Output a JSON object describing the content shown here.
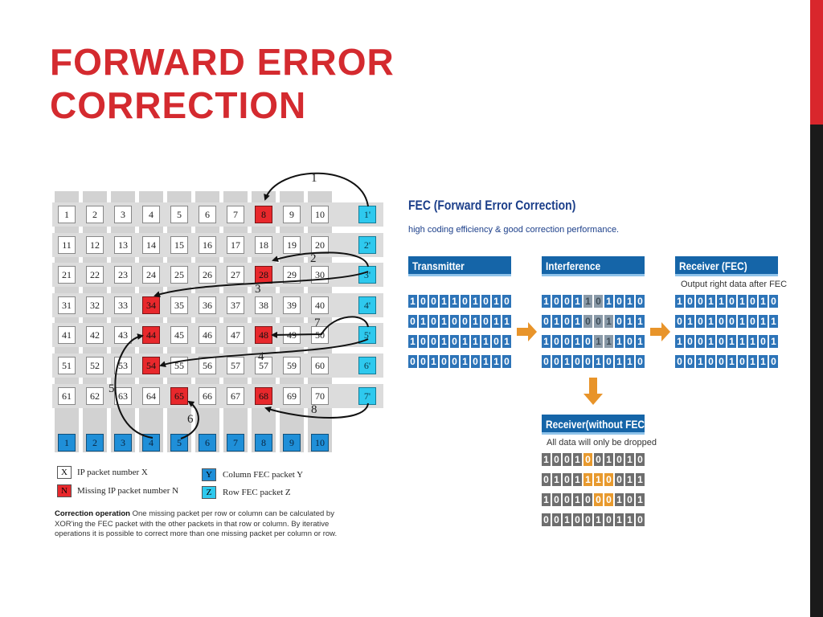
{
  "slide": {
    "title_line1": "FORWARD ERROR",
    "title_line2": "CORRECTION",
    "accent_color": "#d42a2f"
  },
  "grid": {
    "rows": [
      [
        "1",
        "2",
        "3",
        "4",
        "5",
        "6",
        "7",
        "8",
        "9",
        "10",
        "1'"
      ],
      [
        "11",
        "12",
        "13",
        "14",
        "15",
        "16",
        "17",
        "18",
        "19",
        "20",
        "2'"
      ],
      [
        "21",
        "22",
        "23",
        "24",
        "25",
        "26",
        "27",
        "28",
        "29",
        "30",
        "3'"
      ],
      [
        "31",
        "32",
        "33",
        "34",
        "35",
        "36",
        "37",
        "38",
        "39",
        "40",
        "4'"
      ],
      [
        "41",
        "42",
        "43",
        "44",
        "45",
        "46",
        "47",
        "48",
        "49",
        "50",
        "5'"
      ],
      [
        "51",
        "52",
        "53",
        "54",
        "55",
        "56",
        "57",
        "57",
        "59",
        "60",
        "6'"
      ],
      [
        "61",
        "62",
        "63",
        "64",
        "65",
        "66",
        "67",
        "68",
        "69",
        "70",
        "7'"
      ]
    ],
    "column_fec": [
      "1",
      "2",
      "3",
      "4",
      "5",
      "6",
      "7",
      "8",
      "9",
      "10"
    ],
    "missing": [
      "8",
      "28",
      "34",
      "44",
      "48",
      "54",
      "65",
      "68"
    ],
    "arrow_labels": [
      "1",
      "2",
      "3",
      "7",
      "4",
      "5",
      "6",
      "8"
    ],
    "colors": {
      "missing": "#e8282c",
      "row_fec": "#2ec9ee",
      "column_fec": "#1f8fd8"
    }
  },
  "legend": {
    "ip_box": "X",
    "ip_label": "IP packet number X",
    "missing_box": "N",
    "missing_label": "Missing IP packet number N",
    "col_box": "Y",
    "col_label": "Column FEC packet Y",
    "row_box": "Z",
    "row_label": "Row FEC packet Z"
  },
  "correction": {
    "heading": "Correction operation",
    "text": "One missing packet per row or column can be calculated by XOR'ing the FEC packet with the other packets in that row or column. By iterative operations it is possible to correct more than one missing packet per column or row."
  },
  "fec": {
    "title": "FEC (Forward Error Correction)",
    "subtitle": "high coding efficiency & good correction performance.",
    "transmitter": "Transmitter",
    "interference": "Interference",
    "receiver_fec": "Receiver (FEC)",
    "receiver_fec_note": "Output right data after FEC",
    "receiver_no_fec": "Receiver(without FEC)",
    "receiver_no_fec_note": "All data will only be dropped",
    "bit_rows": [
      [
        "1",
        "0",
        "0",
        "1",
        "1",
        "0",
        "1",
        "0",
        "1",
        "0"
      ],
      [
        "0",
        "1",
        "0",
        "1",
        "0",
        "0",
        "1",
        "0",
        "1",
        "1"
      ],
      [
        "1",
        "0",
        "0",
        "1",
        "0",
        "1",
        "1",
        "1",
        "0",
        "1"
      ],
      [
        "0",
        "0",
        "1",
        "0",
        "0",
        "1",
        "0",
        "1",
        "1",
        "0"
      ]
    ],
    "receiver_no_fec_rows": [
      [
        "1",
        "0",
        "0",
        "1",
        "0",
        "0",
        "1",
        "0",
        "1",
        "0"
      ],
      [
        "0",
        "1",
        "0",
        "1",
        "1",
        "1",
        "0",
        "0",
        "1",
        "1"
      ],
      [
        "1",
        "0",
        "0",
        "1",
        "0",
        "0",
        "0",
        "1",
        "0",
        "1"
      ],
      [
        "0",
        "0",
        "1",
        "0",
        "0",
        "1",
        "0",
        "1",
        "1",
        "0"
      ]
    ],
    "colors": {
      "header": "#1565a8",
      "bit": "#2d74b8",
      "arrow": "#e8942a",
      "title": "#1c3f8a"
    }
  }
}
